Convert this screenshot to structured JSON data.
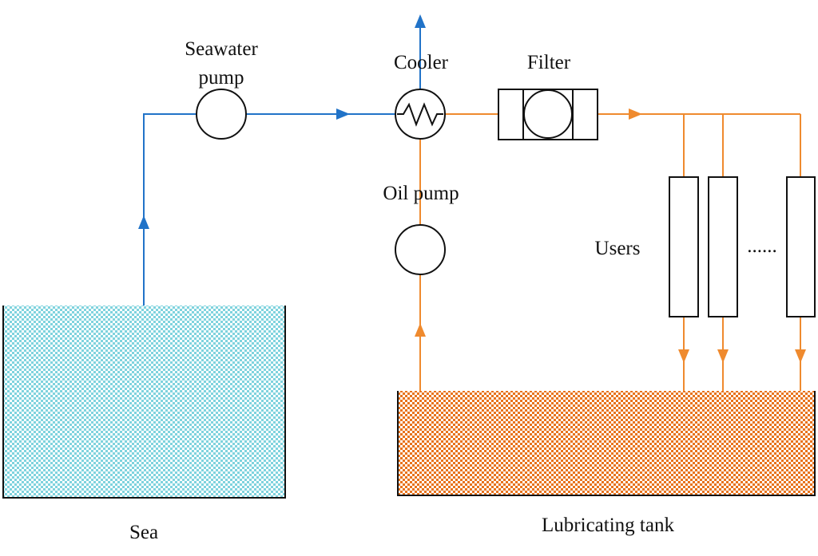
{
  "labels": {
    "seawater_pump_line1": "Seawater",
    "seawater_pump_line2": "pump",
    "cooler": "Cooler",
    "filter": "Filter",
    "oil_pump": "Oil pump",
    "users": "Users",
    "users_ellipsis": "......",
    "sea": "Sea",
    "lubricating_tank": "Lubricating tank"
  },
  "colors": {
    "seawater_line": "#2173c8",
    "oil_line": "#ef8a2e",
    "outline": "#111111",
    "sea_fill_a": "#7fd3de",
    "sea_fill_b": "#ffffff",
    "tank_fill_a": "#e8731c",
    "tank_fill_b": "#ffffff"
  },
  "icons": {
    "seawater_pump": "pump-circle-icon",
    "cooler": "heat-exchanger-icon",
    "filter": "filter-icon",
    "oil_pump": "pump-circle-icon"
  }
}
